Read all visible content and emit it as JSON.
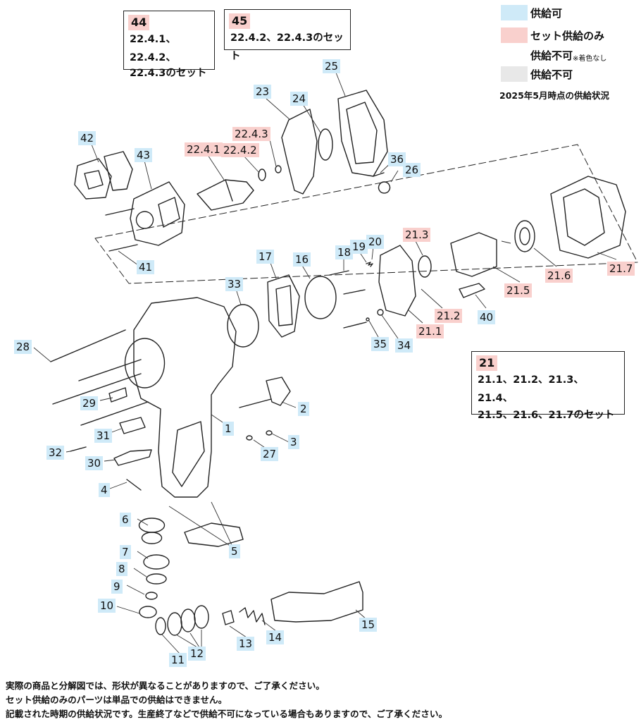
{
  "legend": {
    "available": "供給可",
    "set_only": "セット供給のみ",
    "uncolored_text": "供給不可",
    "uncolored_suffix": "※着色なし",
    "unavailable": "供給不可",
    "status_date": "2025年5月時点の供給状況",
    "colors": {
      "available": "#cfeaf8",
      "set_only": "#f9d0cd",
      "unavailable": "#e8e8e8"
    }
  },
  "set_boxes": {
    "box44": {
      "head": "44",
      "line1": "22.4.1、22.4.2、",
      "line2": "22.4.3のセット"
    },
    "box45": {
      "head": "45",
      "line1": "22.4.2、22.4.3のセット"
    },
    "box21": {
      "head": "21",
      "line1": "21.1、21.2、21.3、21.4、",
      "line2": "21.5、21.6、21.7のセット"
    }
  },
  "parts": {
    "p1": "1",
    "p2": "2",
    "p3": "3",
    "p4": "4",
    "p5": "5",
    "p6": "6",
    "p7": "7",
    "p8": "8",
    "p9": "9",
    "p10": "10",
    "p11": "11",
    "p12": "12",
    "p13": "13",
    "p14": "14",
    "p15": "15",
    "p16": "16",
    "p17": "17",
    "p18": "18",
    "p19": "19",
    "p20": "20",
    "p21_1": "21.1",
    "p21_2": "21.2",
    "p21_3": "21.3",
    "p21_5": "21.5",
    "p21_6": "21.6",
    "p21_7": "21.7",
    "p22_4_1": "22.4.1",
    "p22_4_2": "22.4.2",
    "p22_4_3": "22.4.3",
    "p23": "23",
    "p24": "24",
    "p25": "25",
    "p26": "26",
    "p27": "27",
    "p28": "28",
    "p29": "29",
    "p30": "30",
    "p31": "31",
    "p32": "32",
    "p33": "33",
    "p34": "34",
    "p35": "35",
    "p36": "36",
    "p40": "40",
    "p41": "41",
    "p42": "42",
    "p43": "43"
  },
  "notes": {
    "line1": "実際の商品と分解図では、形状が異なることがありますので、ご了承ください。",
    "line2": "セット供給のみのパーツは単品での供給はできません。",
    "line3": "記載された時期の供給状況です。生産終了などで供給不可になっている場合もありますので、ご了承ください。"
  }
}
